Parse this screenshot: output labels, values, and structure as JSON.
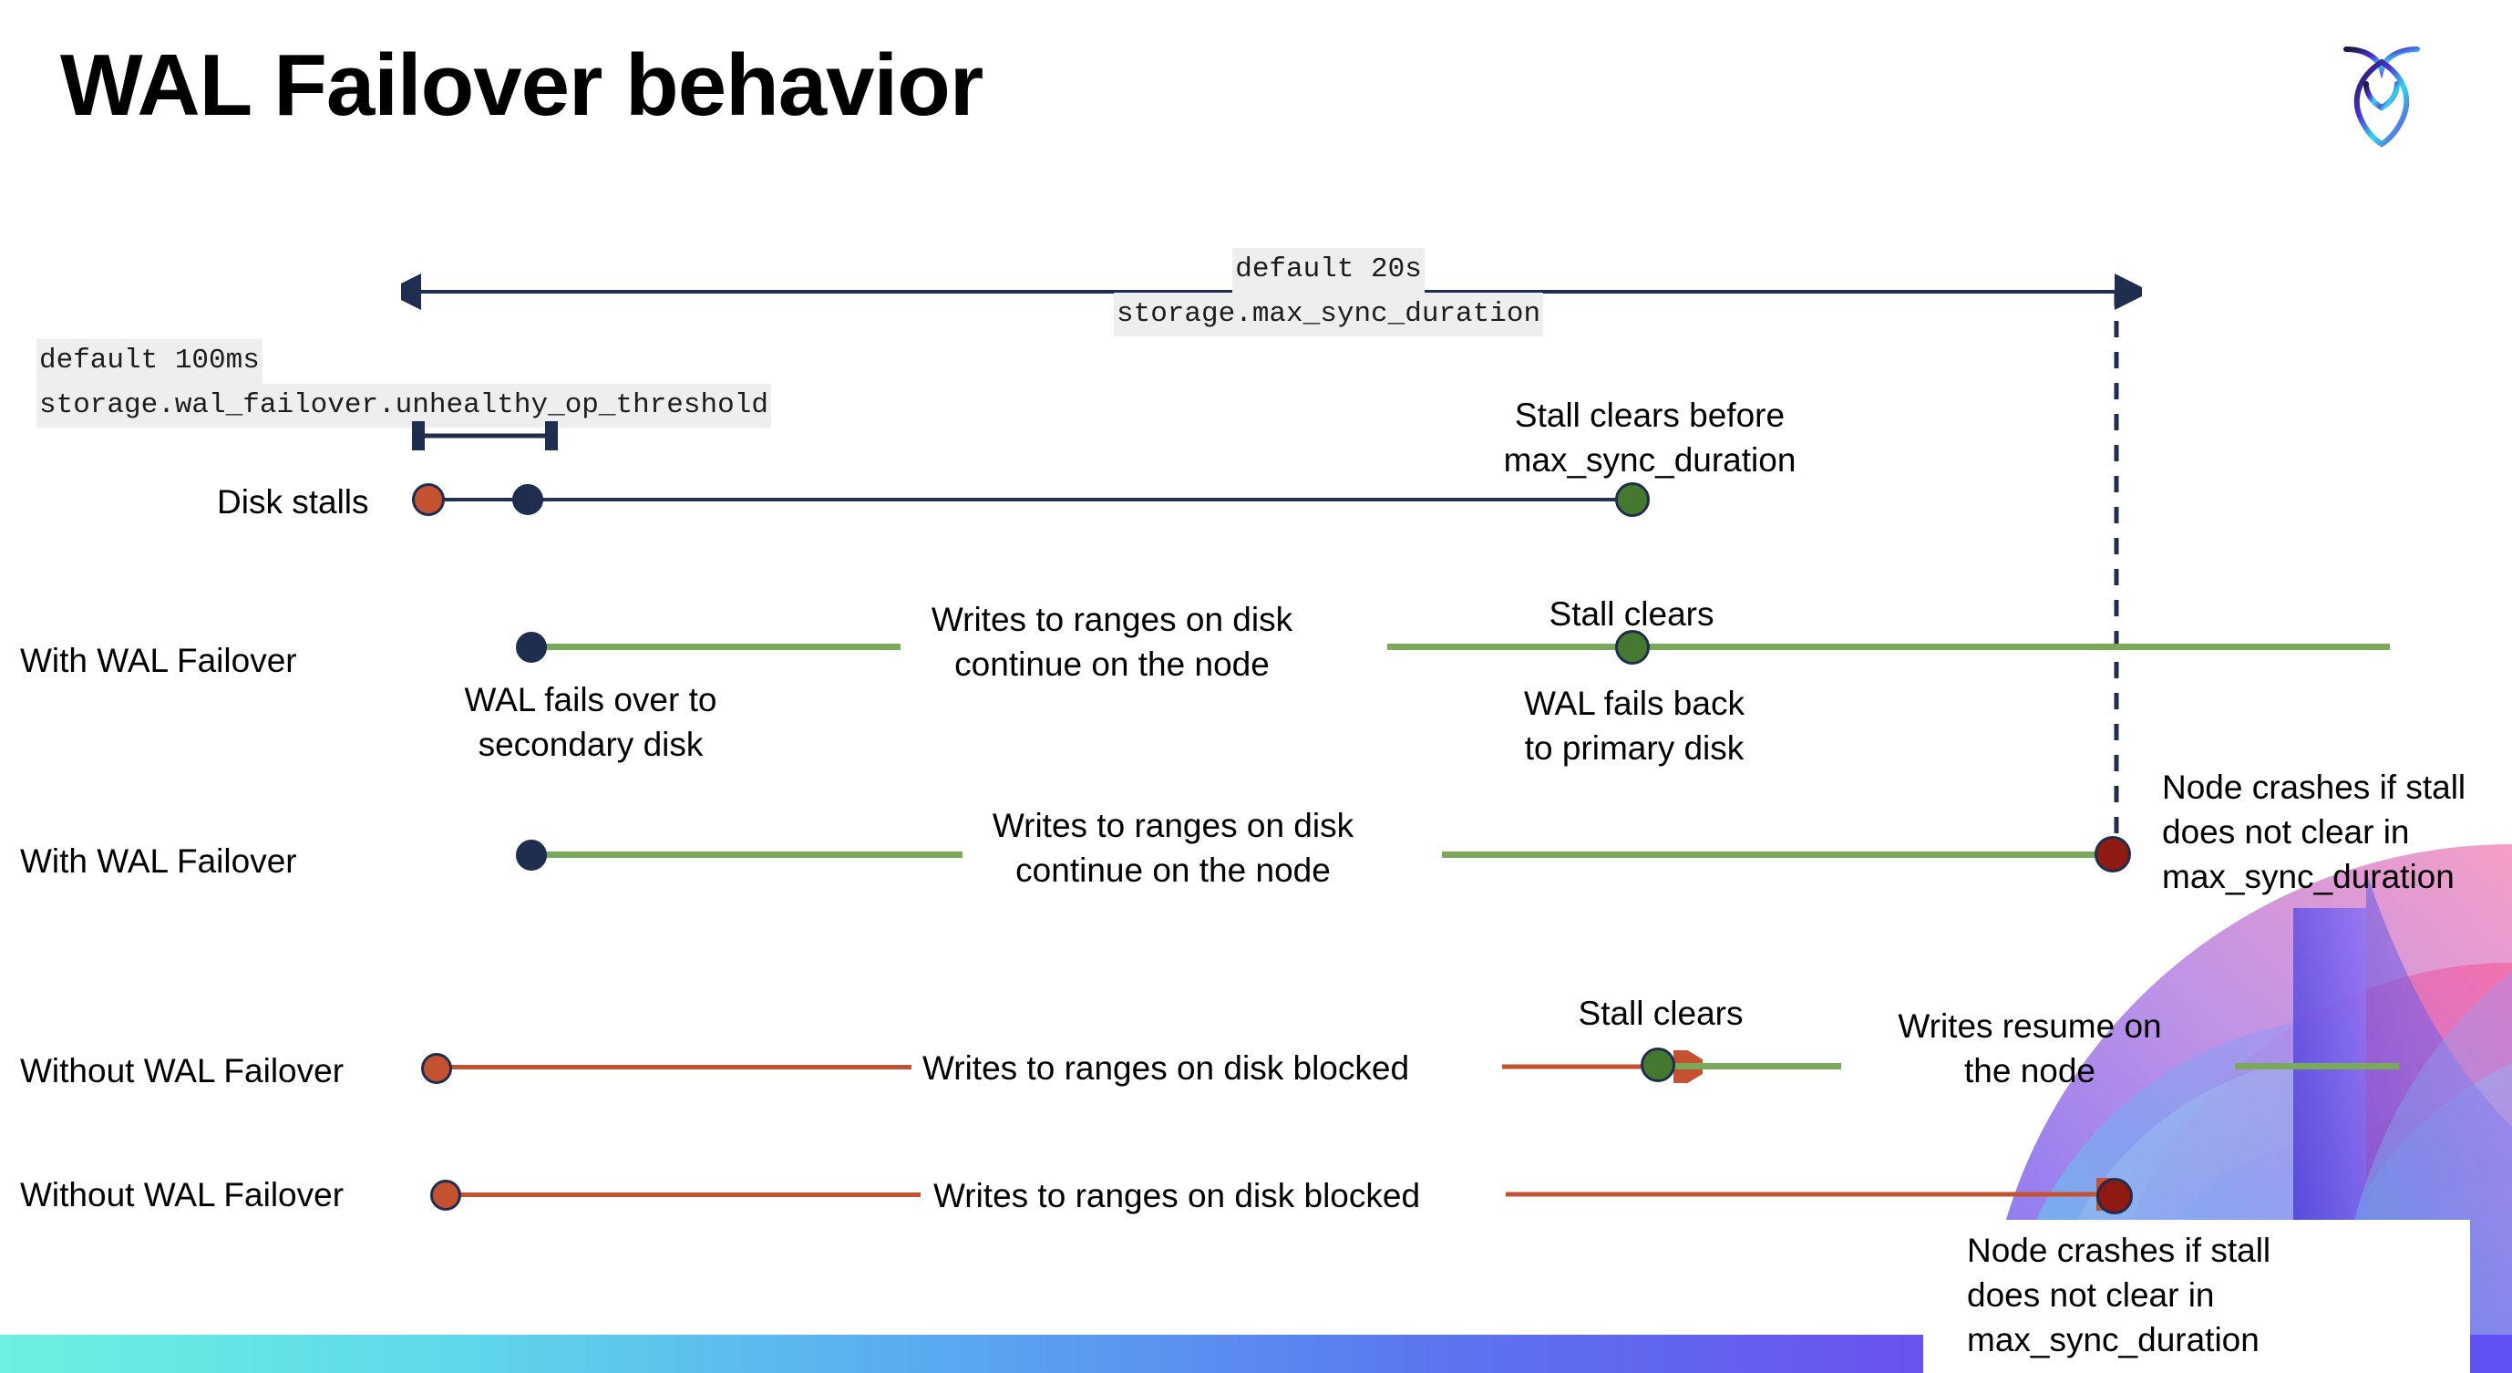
{
  "slide": {
    "title": "WAL Failover behavior",
    "logo_name": "cockroachdb-logo"
  },
  "settings": {
    "max_sync": {
      "default_line": "default 20s",
      "setting_line": "storage.max_sync_duration"
    },
    "unhealthy_op": {
      "default_line": "default 100ms",
      "setting_line": "storage.wal_failover.unhealthy_op_threshold"
    }
  },
  "rows": {
    "disk_stalls": {
      "label": "Disk stalls",
      "annotation_line1": "Stall clears before",
      "annotation_line2": "max_sync_duration"
    },
    "with_failover_1": {
      "label": "With WAL Failover",
      "note_left_line1": "WAL fails over to",
      "note_left_line2": "secondary disk",
      "note_mid_line1": "Writes to ranges on disk",
      "note_mid_line2": "continue on the node",
      "stall_clears": "Stall clears",
      "note_right_line1": "WAL fails  back",
      "note_right_line2": "to primary disk"
    },
    "with_failover_2": {
      "label": "With WAL Failover",
      "note_mid_line1": "Writes to ranges on disk",
      "note_mid_line2": "continue on the node",
      "crash_line1": "Node crashes if stall",
      "crash_line2": "does not clear in",
      "crash_line3": "max_sync_duration"
    },
    "without_failover_1": {
      "label": "Without WAL Failover",
      "blocked_note": "Writes to ranges on disk  blocked",
      "stall_clears": "Stall clears",
      "resume_line1": "Writes resume on",
      "resume_line2": "the node"
    },
    "without_failover_2": {
      "label": "Without WAL Failover",
      "blocked_note": "Writes to ranges on disk  blocked",
      "crash_line1": "Node crashes if stall",
      "crash_line2": "does not clear in",
      "crash_line3": "max_sync_duration"
    }
  },
  "colors": {
    "navy": "#1f2d4e",
    "green_line": "#7aa95c",
    "green_dot": "#45792f",
    "orange": "#c4512f",
    "dark_red": "#8e1a12",
    "code_bg": "#eeeeee"
  }
}
